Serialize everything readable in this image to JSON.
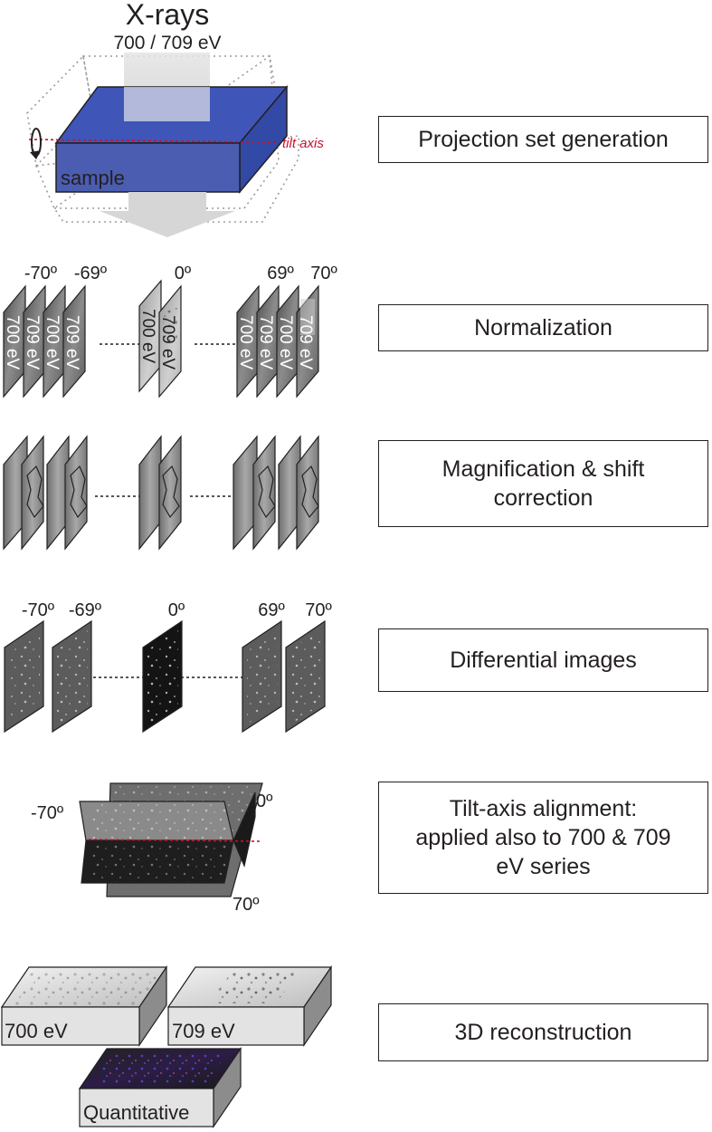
{
  "colors": {
    "sample": "#4a5db0",
    "sample_top": "#5a6fc4",
    "tilt_axis": "#c8102e",
    "ink": "#231f20"
  },
  "header": {
    "title": "X-rays",
    "energy": "700 / 709 eV"
  },
  "sample": {
    "label": "sample",
    "tilt_axis_label": "tilt axis",
    "rotation_icon": "rotation-arrow-icon"
  },
  "angles": {
    "a1": "-70º",
    "a2": "-69º",
    "a3": "0º",
    "a4": "69º",
    "a5": "70º"
  },
  "plate_labels": {
    "e700": "700 eV",
    "e709": "709 eV"
  },
  "tilt": {
    "left": "-70º",
    "right_top": "0º",
    "right_bottom": "70º"
  },
  "reconstruction": {
    "vol1": "700 eV",
    "vol2": "709 eV",
    "vol3": "Quantitative"
  },
  "steps": [
    {
      "label": "Projection set generation"
    },
    {
      "label": "Normalization"
    },
    {
      "label": "Magnification & shift correction"
    },
    {
      "label": "Differential images"
    },
    {
      "label": "Tilt-axis alignment: applied also to 700 & 709 eV series"
    },
    {
      "label": "3D reconstruction"
    }
  ]
}
